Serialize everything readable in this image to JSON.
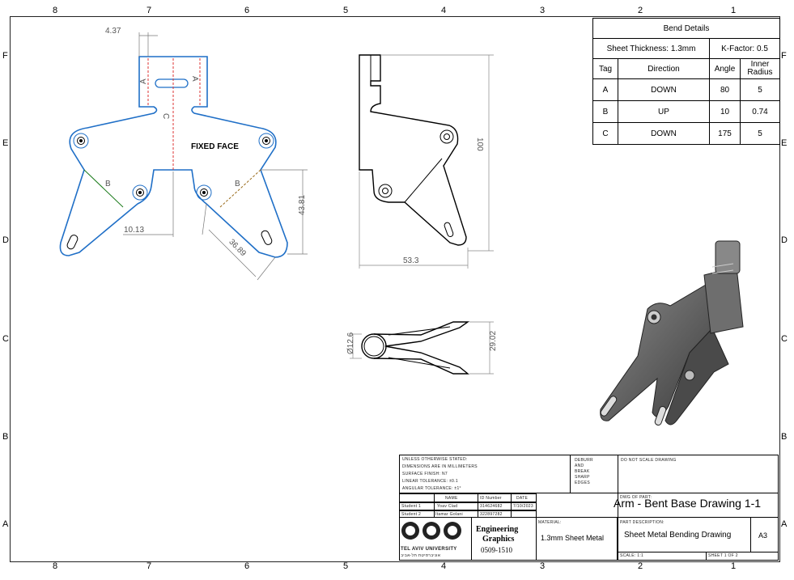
{
  "zones": {
    "columns": [
      "8",
      "7",
      "6",
      "5",
      "4",
      "3",
      "2",
      "1"
    ],
    "rows": [
      "F",
      "E",
      "D",
      "C",
      "B",
      "A"
    ]
  },
  "flat_view": {
    "fixed_face_label": "FIXED FACE",
    "dim_top": "4.37",
    "dim_width": "10.13",
    "dim_height": "43.81",
    "dim_diag": "36.89",
    "bend_labels": [
      "A",
      "A",
      "C",
      "B",
      "B"
    ]
  },
  "side_view": {
    "dim_height": "100",
    "dim_width": "53.3"
  },
  "top_view": {
    "dim_diameter": "Ø12.6",
    "dim_height": "29.02"
  },
  "bend_table": {
    "title": "Bend Details",
    "sheet_thickness": "Sheet Thickness: 1.3mm",
    "k_factor": "K-Factor: 0.5",
    "headers": [
      "Tag",
      "Direction",
      "Angle",
      "Inner Radius"
    ],
    "rows": [
      [
        "A",
        "DOWN",
        "80",
        "5"
      ],
      [
        "B",
        "UP",
        "10",
        "0.74"
      ],
      [
        "C",
        "DOWN",
        "175",
        "5"
      ]
    ]
  },
  "title_block": {
    "notes": [
      "UNLESS OTHERWISE STATED:",
      "DIMENSIONS ARE IN MILLIMETERS",
      "SURFACE FINISH: N7",
      "LINEAR TOLERANCE: ±0.1",
      "ANGULAR TOLERANCE: ±1°"
    ],
    "deburr": [
      "DEBURR",
      "AND",
      "BREAK",
      "SHARP",
      "EDGES"
    ],
    "do_not_scale": "DO NOT SCALE DRAWING",
    "col_name": "NAME",
    "col_id": "ID Number",
    "col_date": "DATE",
    "student1_label": "Student 1",
    "student1_name": "Yoav Clad",
    "student1_id": "314624682",
    "student1_date": "7/10/2023",
    "student2_label": "Student 2",
    "student2_name": "Itamar Golani",
    "student2_id": "322897282",
    "course_name_1": "Engineering",
    "course_name_2": "Graphics",
    "course_number": "0509-1510",
    "university": "TEL AVIV UNIVERSITY",
    "university_he": "אוניברסיטת תל-אביב",
    "material_label": "MATERIAL:",
    "material": "1.3mm Sheet Metal",
    "dwg_label": "DWG OF PART:",
    "dwg_title": "Arm - Bent Base Drawing 1-1",
    "part_desc_label": "PART DESCRIPTION:",
    "part_desc": "Sheet Metal Bending Drawing",
    "size": "A3",
    "scale": "SCALE: 1:1",
    "sheet": "SHEET 1 OF 2"
  }
}
